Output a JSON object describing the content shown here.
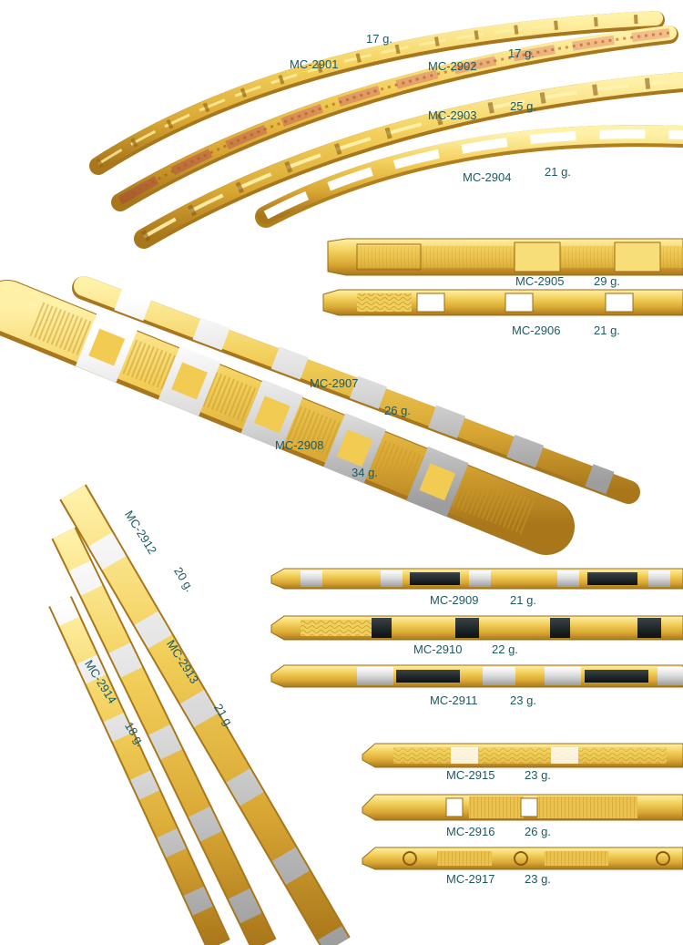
{
  "colors": {
    "gold_light": "#f6dc72",
    "gold_mid": "#e0b53c",
    "gold_dark": "#b07d1a",
    "rose_gold": "#d58a52",
    "white_gold": "#dcdcdc",
    "onyx": "#1a1f22",
    "label_color": "#1b5a63"
  },
  "items": [
    {
      "code": "MC-2901",
      "weight": "17 g."
    },
    {
      "code": "MC-2902",
      "weight": "17 g."
    },
    {
      "code": "MC-2903",
      "weight": "25 g."
    },
    {
      "code": "MC-2904",
      "weight": "21 g."
    },
    {
      "code": "MC-2905",
      "weight": "29 g."
    },
    {
      "code": "MC-2906",
      "weight": "21 g."
    },
    {
      "code": "MC-2907",
      "weight": "26 g."
    },
    {
      "code": "MC-2908",
      "weight": "34 g."
    },
    {
      "code": "MC-2909",
      "weight": "21 g."
    },
    {
      "code": "MC-2910",
      "weight": "22 g."
    },
    {
      "code": "MC-2911",
      "weight": "23 g."
    },
    {
      "code": "MC-2912",
      "weight": "20 g."
    },
    {
      "code": "MC-2913",
      "weight": "21 g."
    },
    {
      "code": "MC-2914",
      "weight": "18 g."
    },
    {
      "code": "MC-2915",
      "weight": "23 g."
    },
    {
      "code": "MC-2916",
      "weight": "26 g."
    },
    {
      "code": "MC-2917",
      "weight": "23 g."
    }
  ]
}
